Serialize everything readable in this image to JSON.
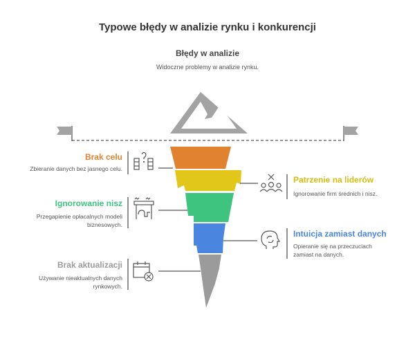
{
  "title": "Typowe błędy w analizie rynku i konkurencji",
  "top": {
    "label": "Błędy w analizie",
    "description": "Widoczne problemy w analizie rynku."
  },
  "colors": {
    "orange": "#e0822f",
    "yellow": "#e2c71b",
    "green": "#3ec47f",
    "blue": "#4a86e0",
    "gray": "#9b9b9b"
  },
  "items": [
    {
      "label": "Brak celu",
      "description": "Zbieranie danych bez jasnego celu.",
      "icon": "question-boxes-icon"
    },
    {
      "label": "Patrzenie na liderów",
      "description": "Ignorowanie firm średnich i nisz.",
      "icon": "people-x-icon"
    },
    {
      "label": "Ignorowanie nisz",
      "description": "Przegapienie opłacalnych modeli biznesowych.",
      "icon": "niche-path-icon"
    },
    {
      "label": "Intuicja zamiast danych",
      "description": "Opieranie się na przeczuciach zamiast na danych.",
      "icon": "head-cycle-icon"
    },
    {
      "label": "Brak aktualizacji",
      "description": "Używanie nieaktualnych danych rynkowych.",
      "icon": "calendar-x-icon"
    }
  ]
}
